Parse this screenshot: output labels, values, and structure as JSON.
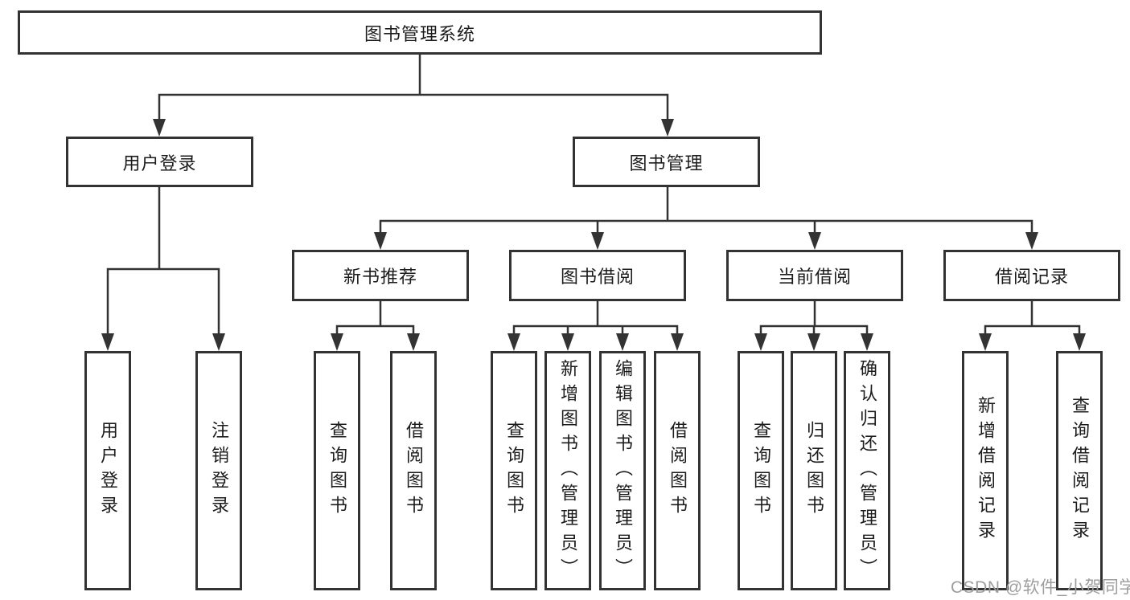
{
  "diagram": {
    "root": {
      "label": "图书管理系统"
    },
    "level2": [
      {
        "id": "user-login",
        "label": "用户登录"
      },
      {
        "id": "book-management",
        "label": "图书管理"
      }
    ],
    "level3": [
      {
        "id": "new-book-recommend",
        "label": "新书推荐",
        "parent": "book-management"
      },
      {
        "id": "book-borrow",
        "label": "图书借阅",
        "parent": "book-management"
      },
      {
        "id": "current-borrow",
        "label": "当前借阅",
        "parent": "book-management"
      },
      {
        "id": "borrow-records",
        "label": "借阅记录",
        "parent": "book-management"
      }
    ],
    "leaves": [
      {
        "id": "user-login-leaf",
        "label": "用户登录",
        "parent": "user-login"
      },
      {
        "id": "logout",
        "label": "注销登录",
        "parent": "user-login"
      },
      {
        "id": "query-books-recommend",
        "label": "查询图书",
        "parent": "new-book-recommend"
      },
      {
        "id": "borrow-books-recommend",
        "label": "借阅图书",
        "parent": "new-book-recommend"
      },
      {
        "id": "query-books-borrow",
        "label": "查询图书",
        "parent": "book-borrow"
      },
      {
        "id": "add-books-admin",
        "label": "新增图书（管理员）",
        "parent": "book-borrow"
      },
      {
        "id": "edit-books-admin",
        "label": "编辑图书（管理员）",
        "parent": "book-borrow"
      },
      {
        "id": "borrow-books",
        "label": "借阅图书",
        "parent": "book-borrow"
      },
      {
        "id": "query-books-current",
        "label": "查询图书",
        "parent": "current-borrow"
      },
      {
        "id": "return-books",
        "label": "归还图书",
        "parent": "current-borrow"
      },
      {
        "id": "confirm-return-admin",
        "label": "确认归还（管理员）",
        "parent": "current-borrow"
      },
      {
        "id": "add-borrow-record",
        "label": "新增借阅记录",
        "parent": "borrow-records"
      },
      {
        "id": "query-borrow-record",
        "label": "查询借阅记录",
        "parent": "borrow-records"
      }
    ]
  },
  "watermark": {
    "text": "CSDN @软件_小贺同学"
  },
  "colors": {
    "line": "#333333",
    "box_border": "#333333",
    "text": "#1c1c1c",
    "watermark": "#9e9e9e",
    "background": "#ffffff"
  }
}
